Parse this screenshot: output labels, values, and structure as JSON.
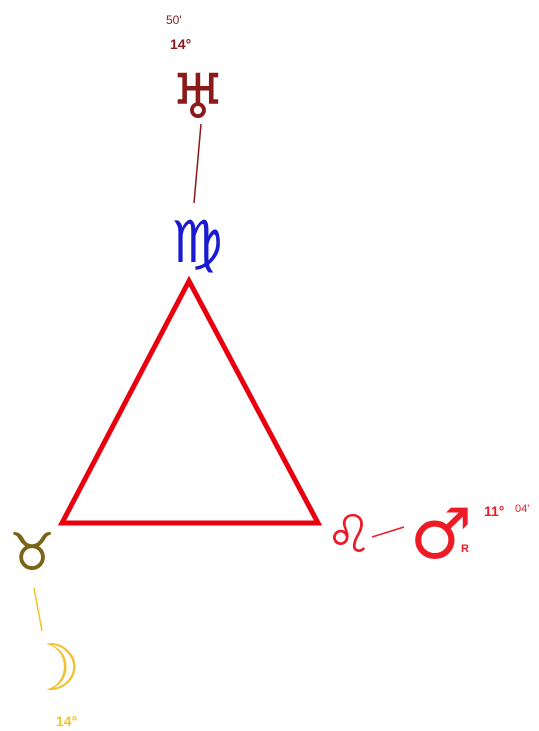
{
  "colors": {
    "triangle": "#e8000f",
    "uranus": "#8b1a1a",
    "virgo": "#1a1ad0",
    "taurus": "#7a6418",
    "moon": "#f2c12e",
    "mars": "#ee1a26",
    "leo": "#ee1a26",
    "background": "#ffffff"
  },
  "uranus": {
    "symbol": "♅",
    "degree": "14°",
    "minute": "50'"
  },
  "virgo": {
    "symbol": "♍"
  },
  "taurus": {
    "symbol": "♉"
  },
  "moon": {
    "symbol": "☽",
    "degree": "14°"
  },
  "leo": {
    "symbol": "♌"
  },
  "mars": {
    "symbol": "♂",
    "degree": "11°",
    "minute": "04'",
    "retrograde": "R"
  }
}
